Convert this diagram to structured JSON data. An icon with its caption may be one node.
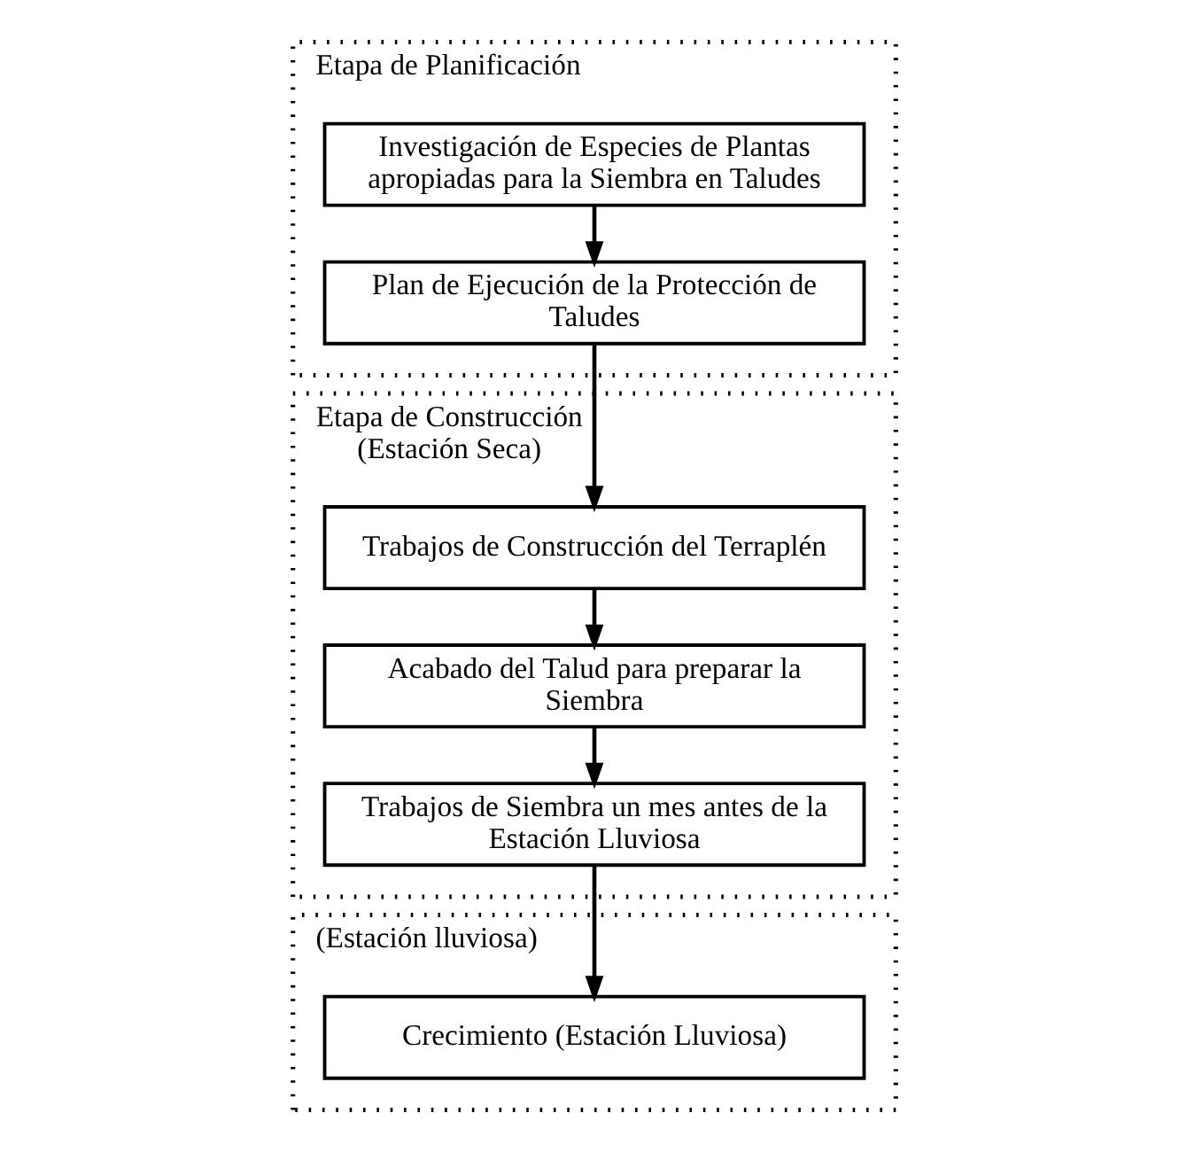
{
  "diagram": {
    "nodes": [
      {
        "text": [
          "Etapa de Planificación"
        ]
      },
      {
        "text": [
          "Investigación de Especies de Plantas apropiadas para la Siembra en Taludes"
        ],
        "in": 0
      },
      {
        "text": [
          "Plan de Ejecución de la Protección de Taludes"
        ],
        "in": 0
      },
      {
        "text": [
          "Etapa de Construcción (Estación Seca)"
        ]
      },
      {
        "text": [
          "Trabajos de Construcción del Terraplén"
        ],
        "in": 3
      },
      {
        "text": [
          "Acabado del Talud para preparar la Siembra"
        ],
        "in": 3
      },
      {
        "text": [
          "Trabajos de Siembra un mes antes de la Estación Lluviosa"
        ],
        "in": 3
      },
      {
        "text": [
          "(Estación lluviosa)"
        ]
      },
      {
        "text": [
          "Crecimiento (Estación Lluviosa)"
        ],
        "in": 7
      }
    ],
    "edges": [
      {
        "from": 1,
        "to": 2,
        "arrow": "to"
      },
      {
        "from": 2,
        "to": 4,
        "arrow": "to"
      },
      {
        "from": 4,
        "to": 5,
        "arrow": "to"
      },
      {
        "from": 5,
        "to": 6,
        "arrow": "to"
      },
      {
        "from": 6,
        "to": 8,
        "arrow": "to"
      }
    ]
  }
}
